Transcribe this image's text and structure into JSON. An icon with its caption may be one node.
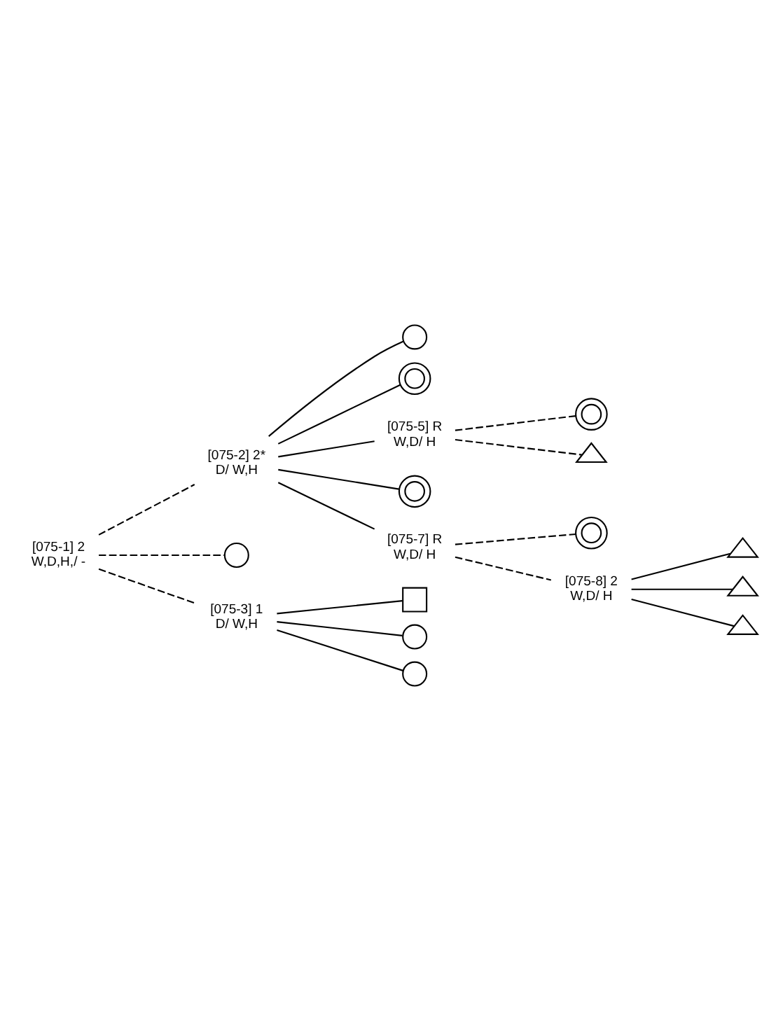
{
  "diagram": {
    "nodes": [
      {
        "text": [
          "[075-1] 2",
          "W,D,H,/ -"
        ]
      },
      {
        "text": [
          "[075-2] 2*",
          "D/ W,H"
        ]
      },
      {
        "text": [],
        "shape": "circle"
      },
      {
        "text": [
          "[075-3] 1",
          "D/ W,H"
        ]
      },
      {
        "text": [],
        "shape": "circle"
      },
      {
        "text": [],
        "shape": "doublecircle"
      },
      {
        "text": [
          "[075-5] R",
          "W,D/ H"
        ]
      },
      {
        "text": [],
        "shape": "doublecircle"
      },
      {
        "text": [
          "[075-7] R",
          "W,D/ H"
        ]
      },
      {
        "text": [],
        "shape": "doublecircle"
      },
      {
        "text": [],
        "shape": "triangle"
      },
      {
        "text": [],
        "shape": "doublecircle"
      },
      {
        "text": [
          "[075-8] 2",
          "W,D/ H"
        ]
      },
      {
        "text": [],
        "shape": "triangle"
      },
      {
        "text": [],
        "shape": "triangle"
      },
      {
        "text": [],
        "shape": "triangle"
      },
      {
        "text": [],
        "shape": "box"
      },
      {
        "text": [],
        "shape": "circle"
      },
      {
        "text": [],
        "shape": "circle"
      }
    ],
    "edges": [
      {
        "from": 0,
        "to": 1,
        "arrow": "none",
        "style": "dashed"
      },
      {
        "from": 0,
        "to": 2,
        "arrow": "none",
        "style": "dashed"
      },
      {
        "from": 0,
        "to": 3,
        "arrow": "none",
        "style": "dashed"
      },
      {
        "from": 1,
        "to": 4,
        "arrow": "none"
      },
      {
        "from": 1,
        "to": 5,
        "arrow": "none"
      },
      {
        "from": 1,
        "to": 6,
        "arrow": "none"
      },
      {
        "from": 1,
        "to": 7,
        "arrow": "none"
      },
      {
        "from": 1,
        "to": 8,
        "arrow": "none"
      },
      {
        "from": 6,
        "to": 9,
        "arrow": "none",
        "style": "dashed"
      },
      {
        "from": 6,
        "to": 10,
        "arrow": "none",
        "style": "dashed"
      },
      {
        "from": 8,
        "to": 11,
        "arrow": "none",
        "style": "dashed"
      },
      {
        "from": 8,
        "to": 12,
        "arrow": "none",
        "style": "dashed"
      },
      {
        "from": 12,
        "to": 13,
        "arrow": "none"
      },
      {
        "from": 12,
        "to": 14,
        "arrow": "none"
      },
      {
        "from": 12,
        "to": 15,
        "arrow": "none"
      },
      {
        "from": 3,
        "to": 16,
        "arrow": "none"
      },
      {
        "from": 3,
        "to": 17,
        "arrow": "none"
      },
      {
        "from": 3,
        "to": 18,
        "arrow": "none"
      }
    ]
  }
}
